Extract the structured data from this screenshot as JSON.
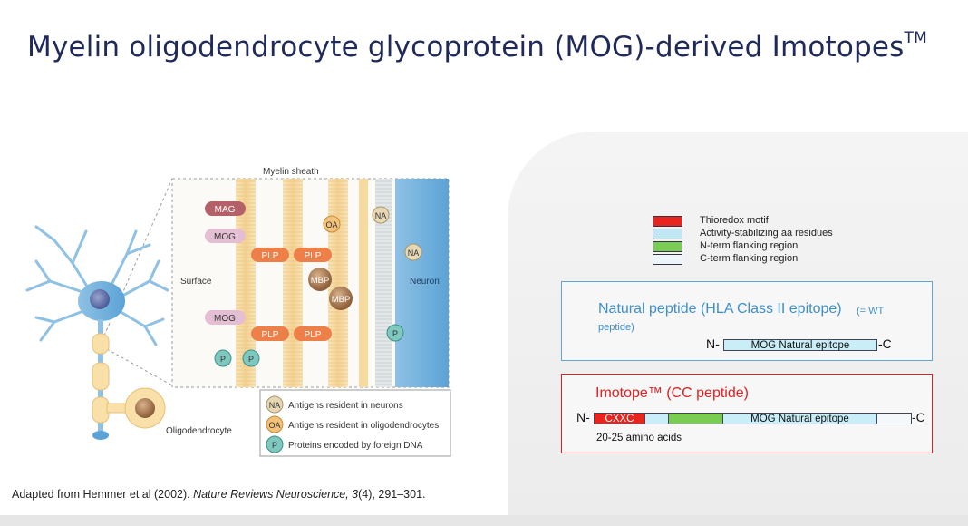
{
  "title": {
    "text": "Myelin oligodendrocyte glycoprotein (MOG)-derived Imotopes",
    "sup": "TM"
  },
  "citation": {
    "prefix": "Adapted from Hemmer et al (2002). ",
    "journal": "Nature Reviews Neuroscience",
    "volume": ", 3",
    "rest": "(4), 291–301."
  },
  "diagram": {
    "myelin_sheath": "Myelin sheath",
    "surface": "Surface",
    "neuron": "Neuron",
    "oligodendrocyte": "Oligodendrocyte",
    "proteins": {
      "mag": "MAG",
      "mog": "MOG",
      "plp": "PLP",
      "mbp": "MBP",
      "oa": "OA",
      "na": "NA",
      "p": "P"
    },
    "key": [
      {
        "symbol": "NA",
        "label": "Antigens resident in neurons",
        "color": "#e6d7b5"
      },
      {
        "symbol": "OA",
        "label": "Antigens resident in oligodendrocytes",
        "color": "#f3c27a"
      },
      {
        "symbol": "P",
        "label": "Proteins encoded by foreign DNA",
        "color": "#7ec8bf"
      }
    ]
  },
  "legend": [
    {
      "label": "Thioredox motif",
      "color": "#e8241f"
    },
    {
      "label": "Activity-stabilizing aa residues",
      "color": "#bfe8f3"
    },
    {
      "label": "N-term flanking region",
      "color": "#7bcc52"
    },
    {
      "label": "C-term flanking region",
      "color": "#eef5fa"
    }
  ],
  "natural_peptide": {
    "title": "Natural peptide (HLA Class II epitope)",
    "note_a": "(= WT",
    "note_b": "peptide)",
    "n": "N-",
    "epitope": "MOG Natural epitope",
    "c": "-C"
  },
  "imotope": {
    "title": "Imotope™ (CC peptide)",
    "n": "N-",
    "motif": "CXXC",
    "epitope": "MOG Natural epitope",
    "c": "-C",
    "length": "20-25 amino acids"
  }
}
